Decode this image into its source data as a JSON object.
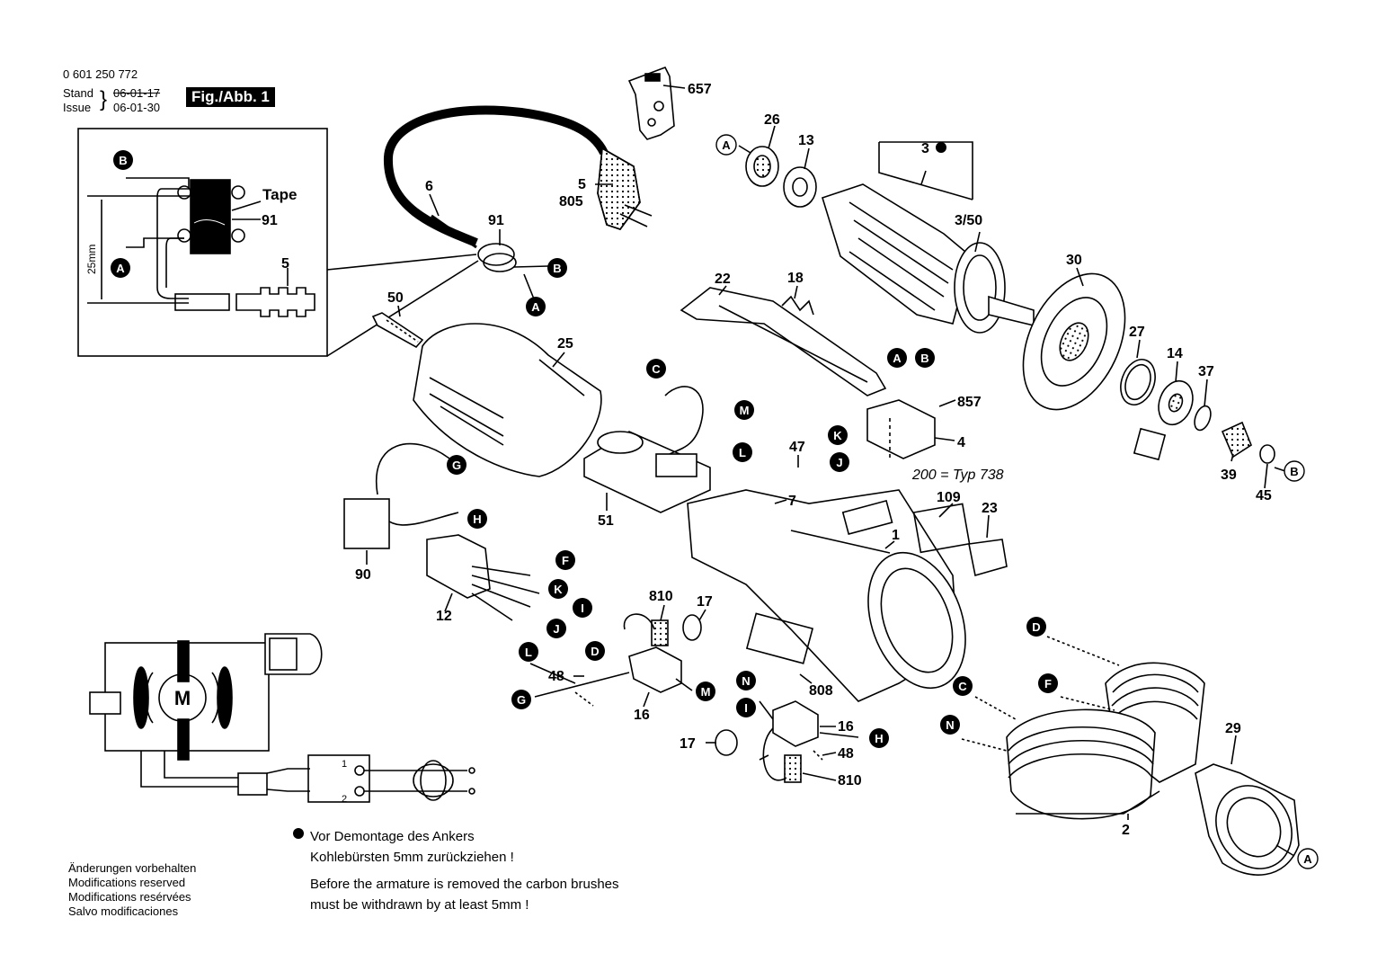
{
  "header": {
    "part_number": "0 601 250 772",
    "stand_label": "Stand",
    "issue_label": "Issue",
    "stand_date": "06-01-17",
    "issue_date": "06-01-30",
    "figure_label": "Fig./Abb. 1"
  },
  "inset": {
    "tape_label": "Tape",
    "ref_91": "91",
    "ref_5": "5",
    "dimension": "25mm",
    "marker_b": "B",
    "marker_a": "A"
  },
  "part_labels": [
    "657",
    "26",
    "13",
    "3",
    "5",
    "805",
    "6",
    "91",
    "3/50",
    "30",
    "22",
    "18",
    "50",
    "25",
    "27",
    "14",
    "37",
    "857",
    "4",
    "47",
    "7",
    "200 = Typ 738",
    "109",
    "23",
    "1",
    "51",
    "90",
    "12",
    "810",
    "17",
    "48",
    "16",
    "808",
    "48",
    "810",
    "17",
    "16",
    "39",
    "45",
    "29",
    "2"
  ],
  "circle_markers": [
    "A",
    "B",
    "A",
    "B",
    "A",
    "B",
    "C",
    "M",
    "L",
    "K",
    "J",
    "G",
    "H",
    "F",
    "K",
    "I",
    "J",
    "L",
    "D",
    "M",
    "G",
    "N",
    "I",
    "H",
    "D",
    "C",
    "F",
    "N",
    "A",
    "B"
  ],
  "motor_label": "M",
  "schematic_terminals": [
    "1",
    "2"
  ],
  "notes": {
    "de_line1": "Vor Demontage des Ankers",
    "de_line2": "Kohlebürsten 5mm zurückziehen !",
    "en_line1": "Before the armature is removed the carbon brushes",
    "en_line2": "must be withdrawn by at least 5mm !"
  },
  "modifications": [
    "Änderungen vorbehalten",
    "Modifications reserved",
    "Modifications resérvées",
    "Salvo modificaciones"
  ]
}
